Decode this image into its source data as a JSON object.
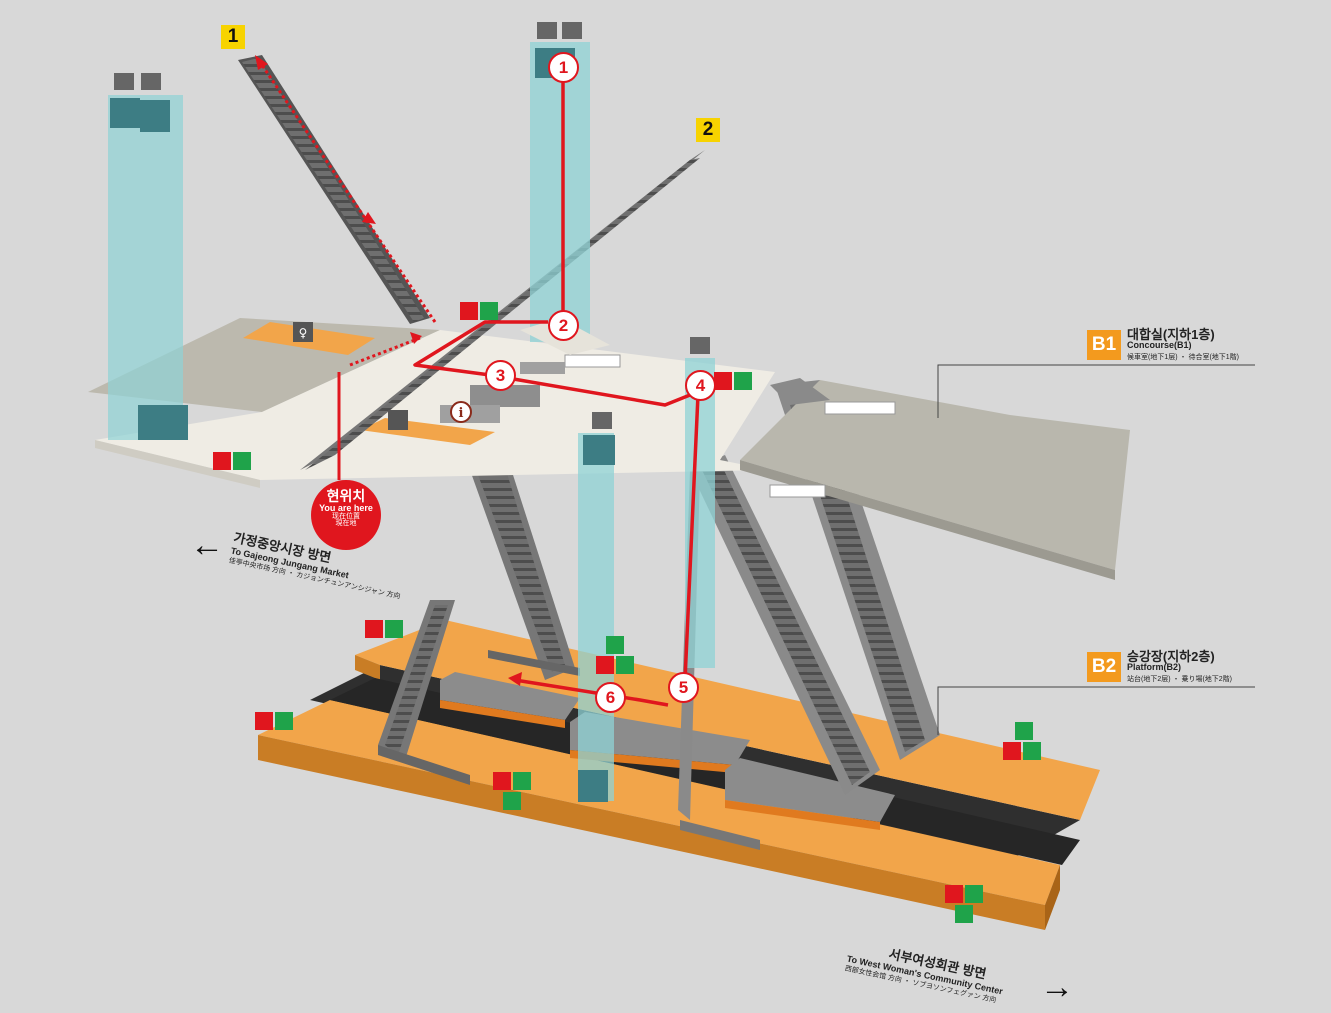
{
  "exits": [
    {
      "id": "exit-1",
      "label": "1"
    },
    {
      "id": "exit-2",
      "label": "2"
    }
  ],
  "levels": {
    "b1": {
      "badge": "B1",
      "ko": "대합실(지하1층)",
      "en": "Concourse(B1)",
      "jp": "候車室(地下1层) ・ 待合室(地下1階)"
    },
    "b2": {
      "badge": "B2",
      "ko": "승강장(지하2층)",
      "en": "Platform(B2)",
      "jp": "站台(地下2层) ・ 乗り場(地下2階)"
    }
  },
  "you_are_here": {
    "ko": "현위치",
    "en": "You are here",
    "zh": "现在位置",
    "jp": "現在地"
  },
  "directions": {
    "left": {
      "ko": "가정중앙시장 방면",
      "en": "To Gajeong Jungang Market",
      "jp": "佳亭中央市场 方向 ・ カジョンチュンアンシジャン 方向"
    },
    "right": {
      "ko": "서부여성회관 방면",
      "en": "To West Woman's Community Center",
      "jp": "西部女性会馆 方向 ・ ソブヨソンフェグァン 方向"
    }
  },
  "route_steps": [
    "1",
    "2",
    "3",
    "4",
    "5",
    "6"
  ],
  "colors": {
    "route": "#e0161e",
    "platform": "#f2a54a",
    "concourse": "#efece4",
    "elevator_glass": "#8fd3d6",
    "exit_badge": "#f7d300",
    "level_badge": "#f39a1e"
  },
  "icons": [
    "elevator-icon",
    "restroom-icon",
    "nursing-room-icon",
    "information-icon",
    "fire-extinguisher-icon",
    "emergency-phone-icon",
    "aed-icon",
    "first-aid-icon"
  ]
}
